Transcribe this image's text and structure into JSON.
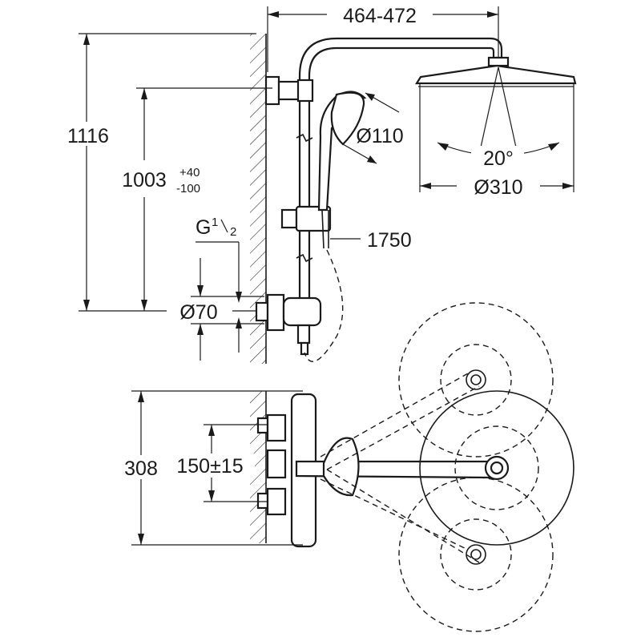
{
  "dimensions": {
    "arm_reach": "464-472",
    "total_height": "1116",
    "rail_height": "1003",
    "rail_tolerance_plus": "+40",
    "rail_tolerance_minus": "-100",
    "thread_prefix": "G",
    "thread_num": "1",
    "thread_den": "2",
    "rosette_diameter": "Ø70",
    "hand_shower_diameter": "Ø110",
    "head_diameter": "Ø310",
    "tilt_angle": "20°",
    "hose_length": "1750",
    "depth": "308",
    "inlet_spacing": "150±15"
  },
  "colors": {
    "line": "#1a1a1a",
    "background": "#ffffff"
  }
}
